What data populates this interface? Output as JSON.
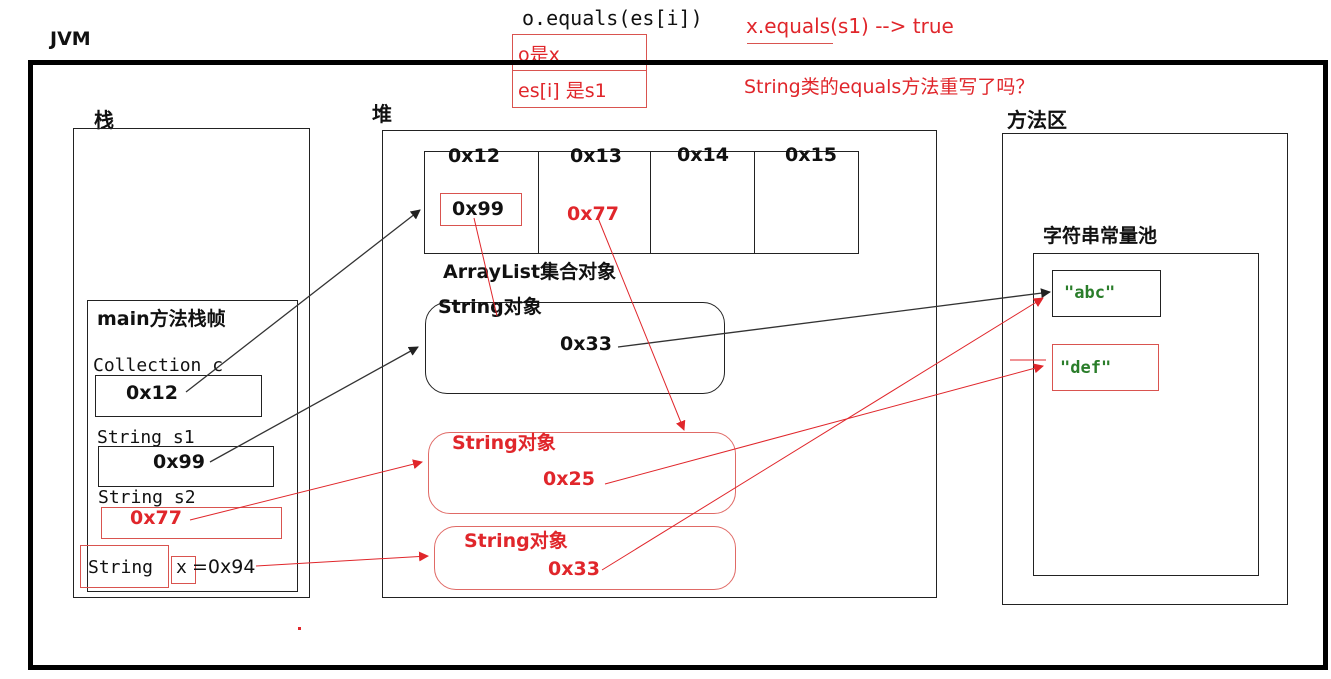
{
  "colors": {
    "red": "#e0262b",
    "black": "#111111",
    "green": "#2a7d2a"
  },
  "annotations": {
    "code": "o.equals(es[i])",
    "o_is_x": "o是x",
    "esi_is_s1": "es[i] 是s1",
    "x_equals": "x.equals(s1) --> true",
    "question": "String类的equals方法重写了吗？"
  },
  "jvm": {
    "label": "JVM"
  },
  "stack": {
    "label": "栈",
    "frame_label": "main方法栈帧",
    "vars": [
      {
        "decl": "Collection c",
        "value": "0x12"
      },
      {
        "decl": "String s1",
        "value": "0x99"
      },
      {
        "decl": "String s2",
        "value": "0x77"
      }
    ],
    "x_type": "String",
    "x_name": "x",
    "x_value": "=0x94"
  },
  "heap": {
    "label": "堆",
    "array_cells": [
      "0x12",
      "0x13",
      "0x14",
      "0x15"
    ],
    "cell_values": [
      "0x99",
      "0x77"
    ],
    "arraylist_label": "ArrayList集合对象",
    "strings": [
      {
        "label": "String对象",
        "value": "0x33"
      },
      {
        "label": "String对象",
        "value": "0x25"
      },
      {
        "label": "String对象",
        "value": "0x33"
      }
    ]
  },
  "method_area": {
    "label": "方法区",
    "pool_label": "字符串常量池",
    "literals": [
      "\"abc\"",
      "\"def\""
    ]
  }
}
